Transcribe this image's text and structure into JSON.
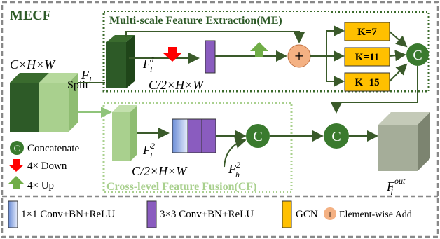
{
  "module": {
    "title": "MECF"
  },
  "me_block": {
    "title": "Multi-scale Feature Extraction(ME)",
    "kernels": [
      "K=7",
      "K=11",
      "K=15"
    ],
    "concat_symbol": "C",
    "add_symbol": "+",
    "feature_label": "F",
    "feature_sup": "1",
    "feature_sub": "l",
    "dims": "C/2×H×W"
  },
  "cf_block": {
    "title": "Cross-level Feature Fusion(CF)",
    "concat_symbol": "C",
    "feature_label": "F",
    "feature_sup": "2",
    "feature_sub": "l",
    "dims": "C/2×H×W",
    "high_feature_label": "F",
    "high_feature_sup": "2",
    "high_feature_sub": "h"
  },
  "input": {
    "dims": "C×H×W",
    "feature_label": "F",
    "feature_sub": "l",
    "split_label": "Split"
  },
  "output": {
    "concat_symbol": "C",
    "feature_label": "F",
    "feature_sub": "l",
    "feature_sup": "out"
  },
  "legend": {
    "concat_symbol": "C",
    "concatenate": "Concatenate",
    "down": "4× Down",
    "up": "4× Up",
    "conv1": "1×1 Conv+BN+ReLU",
    "conv3": "3×3 Conv+BN+ReLU",
    "gcn": "GCN",
    "add_symbol": "+",
    "add": "Element-wise Add"
  },
  "colors": {
    "dark_green": "#2d5a27",
    "light_green": "#a9d08e",
    "concat_green": "#3a7a2e",
    "purple": "#8a5cbf",
    "gcn_yellow": "#ffc000",
    "add_orange": "#f4b183",
    "down_red": "#ff0000",
    "up_green": "#70ad47",
    "gray_box": "#a5ad99"
  }
}
